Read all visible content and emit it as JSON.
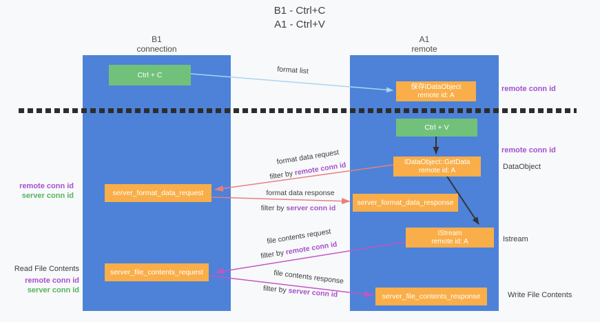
{
  "title": {
    "line1": "B1 - Ctrl+C",
    "line2": "A1 - Ctrl+V"
  },
  "columns": {
    "left": {
      "name": "B1",
      "role": "connection"
    },
    "right": {
      "name": "A1",
      "role": "remote"
    }
  },
  "nodes": {
    "ctrl_c": "Ctrl + C",
    "ctrl_v": "Ctrl + V",
    "save_idataobject": {
      "line1": "保存IDataObject",
      "line2": "remote id: A"
    },
    "getdata": {
      "line1": "IDataObject::GetData",
      "line2": "remote id: A"
    },
    "istream": {
      "line1": "IStream",
      "line2": "remote id: A"
    },
    "server_format_data_request": "server_format_data_request",
    "server_format_data_response": "server_format_data_response",
    "server_file_contents_request": "server_file_contents_request",
    "server_file_contents_response": "server_file_contents_response"
  },
  "side_labels": {
    "remote_conn_id_top": "remote conn id",
    "remote_conn_id_mid": "remote conn id",
    "dataobject": "DataObject",
    "istream": "Istream",
    "read_file_contents": "Read File Contents",
    "write_file_contents": "Write File Contents",
    "left_remote_conn_id_1": "remote conn id",
    "left_server_conn_id_1": "server conn id",
    "left_remote_conn_id_2": "remote conn id",
    "left_server_conn_id_2": "server conn id"
  },
  "arrow_labels": {
    "format_list": "format list",
    "format_data_request": "format data request",
    "format_data_response": "format data response",
    "file_contents_request": "file contents request",
    "file_contents_response": "file contents response",
    "filter_prefix_1": "filter by ",
    "filter_id_1": "remote conn id",
    "filter_prefix_2": "filter by ",
    "filter_id_2": "server conn id",
    "filter_prefix_3": "filter by ",
    "filter_id_3": "remote conn id",
    "filter_prefix_4": "filter by ",
    "filter_id_4": "server conn id"
  },
  "colors": {
    "background": "#f8f9fa",
    "lifeline_blue": "#4d82d8",
    "node_green": "#72c17a",
    "node_orange": "#f9ae49",
    "purple_label": "#a650cd",
    "green_label": "#54b45f",
    "arrow_salmon": "#e87f7f",
    "arrow_magenta": "#c454c8",
    "arrow_lightblue": "#a9d5f4",
    "arrow_black": "#333333",
    "dash_line": "#2d2d2d"
  }
}
